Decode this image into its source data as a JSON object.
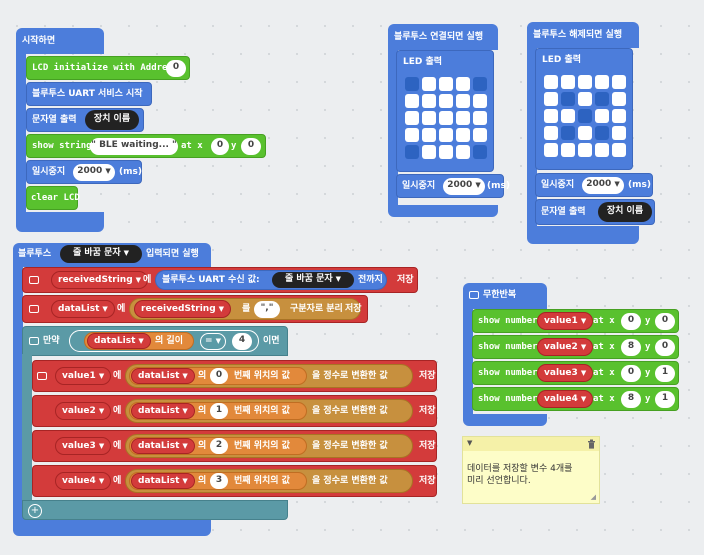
{
  "start": {
    "title": "시작하면",
    "lcd_init": "LCD initialize with Address",
    "lcd_addr": "0",
    "bt_uart_start": "블루투스 UART 서비스 시작",
    "show_string_label": "문자열 출력",
    "device_name": "장치 이름",
    "lcd_show_string": "show string",
    "ble_waiting": "\" BLE waiting... \"",
    "at_x": "at x",
    "y": "y",
    "x_val": "0",
    "y_val": "0",
    "pause_label": "일시중지",
    "pause_val": "2000",
    "ms": "(ms)",
    "clear_lcd": "clear LCD"
  },
  "on_connect": {
    "title": "블루투스 연결되면 실행",
    "led_label": "LED 출력",
    "pattern": [
      [
        0,
        1,
        1,
        1,
        0
      ],
      [
        1,
        1,
        1,
        1,
        1
      ],
      [
        1,
        1,
        1,
        1,
        1
      ],
      [
        1,
        1,
        1,
        1,
        1
      ],
      [
        0,
        1,
        1,
        1,
        0
      ]
    ],
    "pause_label": "일시중지",
    "pause_val": "2000",
    "ms": "(ms)"
  },
  "on_disconnect": {
    "title": "블루투스 해제되면 실행",
    "led_label": "LED 출력",
    "pattern": [
      [
        1,
        1,
        1,
        1,
        1
      ],
      [
        1,
        0,
        1,
        0,
        1
      ],
      [
        1,
        1,
        0,
        1,
        1
      ],
      [
        1,
        0,
        1,
        0,
        1
      ],
      [
        1,
        1,
        1,
        1,
        1
      ]
    ],
    "pause_label": "일시중지",
    "pause_val": "2000",
    "ms": "(ms)",
    "show_string_label": "문자열 출력",
    "device_name": "장치 이름"
  },
  "on_received": {
    "title_prefix": "블루투스",
    "newline_option": "줄 바꿈 문자",
    "title_suffix": "입력되면 실행",
    "received_var": "receivedString",
    "eq": "에",
    "uart_read": "블루투스 UART 수신 값:",
    "until": "전까지",
    "save": "저장",
    "datalist_var": "dataList",
    "to": "를",
    "comma": "\",\"",
    "split": "구분자로 분리",
    "if_label": "만약",
    "length_of": "의 길이",
    "op": "=",
    "len_val": "4",
    "then": "이면",
    "of": "의",
    "nth": "번째 위치의 값",
    "to_int": "을 정수로 변환한 값",
    "rows": [
      {
        "var": "value1",
        "index": "0"
      },
      {
        "var": "value2",
        "index": "1"
      },
      {
        "var": "value3",
        "index": "2"
      },
      {
        "var": "value4",
        "index": "3"
      }
    ]
  },
  "forever": {
    "title": "무한반복",
    "show_number": "show number",
    "at_x": "at x",
    "y": "y",
    "rows": [
      {
        "var": "value1",
        "x": "0",
        "y": "0"
      },
      {
        "var": "value2",
        "x": "8",
        "y": "0"
      },
      {
        "var": "value3",
        "x": "0",
        "y": "1"
      },
      {
        "var": "value4",
        "x": "8",
        "y": "1"
      }
    ]
  },
  "comment": {
    "text": "데이터를 저장할 변수 4개를\n미리 선언합니다."
  },
  "colors": {
    "event_blue": "#4c7ddb",
    "lcd_green": "#59c12e",
    "variables_red": "#d33b3b",
    "arrays_orange": "#e2893b",
    "text_olive": "#c7903e",
    "logic_teal": "#5b9aa6",
    "comment_yellow": "#fdfdc8"
  }
}
